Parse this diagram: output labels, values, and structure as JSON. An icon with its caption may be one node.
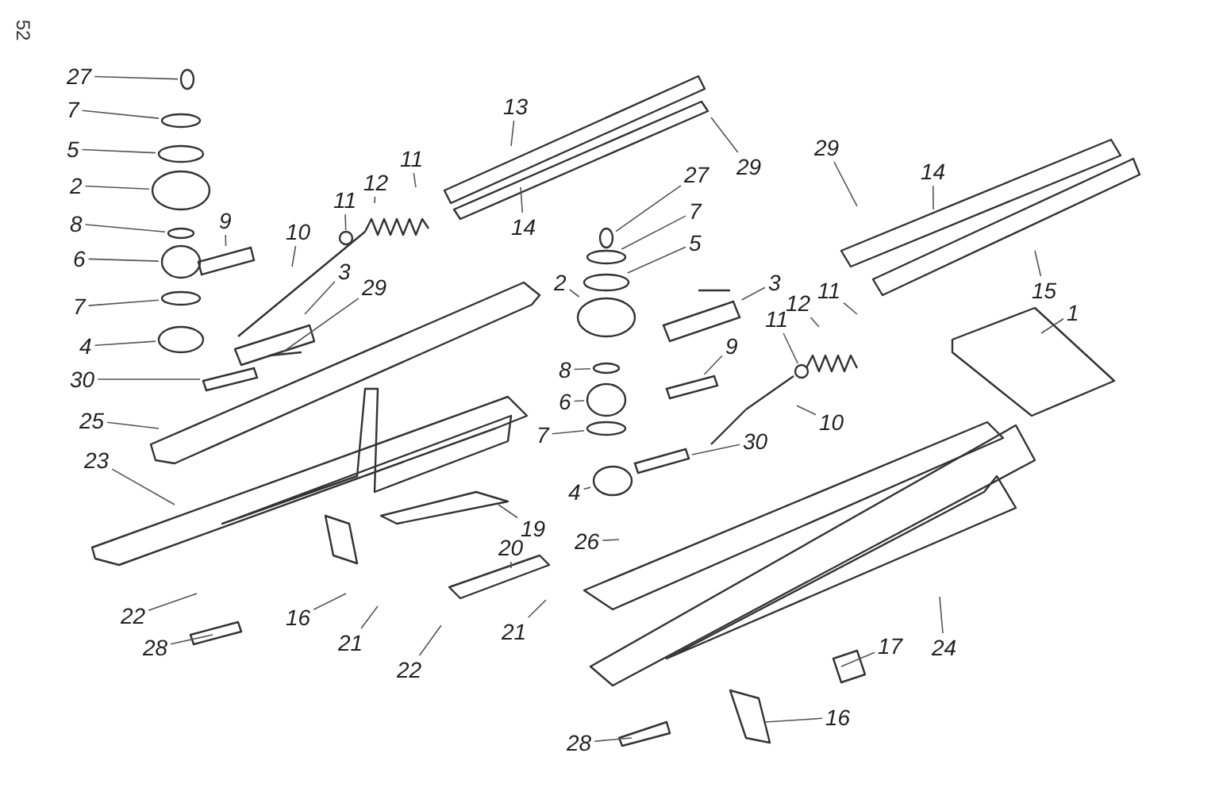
{
  "diagram": {
    "nodes": [
      {
        "text": [
          "27"
        ]
      },
      {
        "text": [
          "7"
        ]
      },
      {
        "text": [
          "5"
        ]
      },
      {
        "text": [
          "2"
        ]
      },
      {
        "text": [
          "8"
        ]
      },
      {
        "text": [
          "6"
        ]
      },
      {
        "text": [
          "7"
        ]
      },
      {
        "text": [
          "4"
        ]
      },
      {
        "text": [
          "30"
        ]
      },
      {
        "text": [
          "9"
        ]
      },
      {
        "text": [
          "10"
        ]
      },
      {
        "text": [
          "3"
        ]
      },
      {
        "text": [
          "29"
        ]
      },
      {
        "text": [
          "11"
        ]
      },
      {
        "text": [
          "12"
        ]
      },
      {
        "text": [
          "11"
        ]
      },
      {
        "text": [
          "13"
        ]
      },
      {
        "text": [
          "14"
        ]
      },
      {
        "text": [
          "29"
        ]
      },
      {
        "text": [
          "29"
        ]
      },
      {
        "text": [
          "14"
        ]
      },
      {
        "text": [
          "15"
        ]
      },
      {
        "text": [
          "1"
        ]
      },
      {
        "text": [
          "27"
        ]
      },
      {
        "text": [
          "7"
        ]
      },
      {
        "text": [
          "5"
        ]
      },
      {
        "text": [
          "2"
        ]
      },
      {
        "text": [
          "8"
        ]
      },
      {
        "text": [
          "6"
        ]
      },
      {
        "text": [
          "7"
        ]
      },
      {
        "text": [
          "4"
        ]
      },
      {
        "text": [
          "3"
        ]
      },
      {
        "text": [
          "9"
        ]
      },
      {
        "text": [
          "11"
        ]
      },
      {
        "text": [
          "12"
        ]
      },
      {
        "text": [
          "11"
        ]
      },
      {
        "text": [
          "10"
        ]
      },
      {
        "text": [
          "30"
        ]
      },
      {
        "text": [
          "26"
        ]
      },
      {
        "text": [
          "25"
        ]
      },
      {
        "text": [
          "23"
        ]
      },
      {
        "text": [
          "19"
        ]
      },
      {
        "text": [
          "20"
        ]
      },
      {
        "text": [
          "21"
        ]
      },
      {
        "text": [
          "22"
        ]
      },
      {
        "text": [
          "28"
        ]
      },
      {
        "text": [
          "16"
        ]
      },
      {
        "text": [
          "21"
        ]
      },
      {
        "text": [
          "22"
        ]
      },
      {
        "text": [
          "17"
        ]
      },
      {
        "text": [
          "24"
        ]
      },
      {
        "text": [
          "16"
        ]
      },
      {
        "text": [
          "28"
        ]
      },
      {
        "text": [],
        "shape": "circle"
      },
      {
        "text": [],
        "shape": "circle"
      },
      {
        "text": [],
        "shape": "circle"
      },
      {
        "text": [],
        "shape": "circle"
      },
      {
        "text": [],
        "shape": "circle"
      },
      {
        "text": [],
        "shape": "circle"
      },
      {
        "text": [],
        "shape": "circle"
      },
      {
        "text": [],
        "shape": "circle"
      },
      {
        "text": [],
        "shape": "circle"
      },
      {
        "text": [],
        "shape": "circle"
      },
      {
        "text": [],
        "shape": "circle"
      },
      {
        "text": [],
        "shape": "circle"
      },
      {
        "text": [],
        "shape": "circle"
      },
      {
        "text": [],
        "shape": "circle"
      },
      {
        "text": [],
        "shape": "circle"
      },
      {
        "text": [],
        "shape": "circle"
      },
      {
        "text": [],
        "shape": "circle"
      },
      {
        "text": [],
        "shape": "box"
      },
      {
        "text": [],
        "shape": "box"
      },
      {
        "text": [],
        "shape": "box"
      },
      {
        "text": [],
        "shape": "box"
      },
      {
        "text": [],
        "shape": "bar"
      },
      {
        "text": [],
        "shape": "box"
      },
      {
        "text": [],
        "shape": "circle"
      }
    ],
    "edges": [
      {
        "from": 0,
        "to": 53,
        "arrow": "none"
      },
      {
        "from": 1,
        "to": 54,
        "arrow": "none"
      },
      {
        "from": 2,
        "to": 55,
        "arrow": "none"
      },
      {
        "from": 3,
        "to": 56,
        "arrow": "none"
      },
      {
        "from": 4,
        "to": 57,
        "arrow": "none"
      },
      {
        "from": 5,
        "to": 58,
        "arrow": "none"
      },
      {
        "from": 6,
        "to": 59,
        "arrow": "none"
      },
      {
        "from": 7,
        "to": 60,
        "arrow": "none"
      },
      {
        "from": 8,
        "to": 71,
        "arrow": "none"
      },
      {
        "from": 9,
        "to": 70,
        "arrow": "none"
      },
      {
        "from": 10,
        "to": null,
        "arrow": "none"
      },
      {
        "from": 11,
        "to": null,
        "arrow": "none"
      },
      {
        "from": 12,
        "to": null,
        "arrow": "none"
      },
      {
        "from": 13,
        "to": 69,
        "arrow": "none"
      },
      {
        "from": 14,
        "to": null,
        "arrow": "none"
      },
      {
        "from": 15,
        "to": null,
        "arrow": "none"
      },
      {
        "from": 16,
        "to": null,
        "arrow": "none"
      },
      {
        "from": 17,
        "to": null,
        "arrow": "none"
      },
      {
        "from": 18,
        "to": null,
        "arrow": "none"
      },
      {
        "from": 19,
        "to": null,
        "arrow": "none"
      },
      {
        "from": 20,
        "to": null,
        "arrow": "none"
      },
      {
        "from": 21,
        "to": null,
        "arrow": "none"
      },
      {
        "from": 22,
        "to": null,
        "arrow": "none"
      },
      {
        "from": 23,
        "to": 61,
        "arrow": "none"
      },
      {
        "from": 24,
        "to": 62,
        "arrow": "none"
      },
      {
        "from": 25,
        "to": 63,
        "arrow": "none"
      },
      {
        "from": 26,
        "to": 64,
        "arrow": "none"
      },
      {
        "from": 27,
        "to": 65,
        "arrow": "none"
      },
      {
        "from": 28,
        "to": 66,
        "arrow": "none"
      },
      {
        "from": 29,
        "to": 67,
        "arrow": "none"
      },
      {
        "from": 30,
        "to": 68,
        "arrow": "none"
      },
      {
        "from": 31,
        "to": 72,
        "arrow": "none"
      },
      {
        "from": 32,
        "to": 73,
        "arrow": "none"
      },
      {
        "from": 33,
        "to": 76,
        "arrow": "none"
      },
      {
        "from": 34,
        "to": null,
        "arrow": "none"
      },
      {
        "from": 35,
        "to": null,
        "arrow": "none"
      },
      {
        "from": 36,
        "to": 74,
        "arrow": "none"
      },
      {
        "from": 37,
        "to": 75,
        "arrow": "none"
      },
      {
        "from": 38,
        "to": null,
        "arrow": "none"
      },
      {
        "from": 39,
        "to": null,
        "arrow": "none"
      },
      {
        "from": 40,
        "to": null,
        "arrow": "none"
      },
      {
        "from": 41,
        "to": null,
        "arrow": "none"
      },
      {
        "from": 42,
        "to": null,
        "arrow": "none"
      },
      {
        "from": 43,
        "to": null,
        "arrow": "none"
      },
      {
        "from": 44,
        "to": null,
        "arrow": "none"
      },
      {
        "from": 45,
        "to": null,
        "arrow": "none"
      },
      {
        "from": 46,
        "to": null,
        "arrow": "none"
      },
      {
        "from": 47,
        "to": null,
        "arrow": "none"
      },
      {
        "from": 48,
        "to": null,
        "arrow": "none"
      },
      {
        "from": 49,
        "to": null,
        "arrow": "none"
      },
      {
        "from": 50,
        "to": null,
        "arrow": "none"
      },
      {
        "from": 51,
        "to": null,
        "arrow": "none"
      },
      {
        "from": 52,
        "to": null,
        "arrow": "none"
      }
    ],
    "labels": [
      "52"
    ]
  }
}
